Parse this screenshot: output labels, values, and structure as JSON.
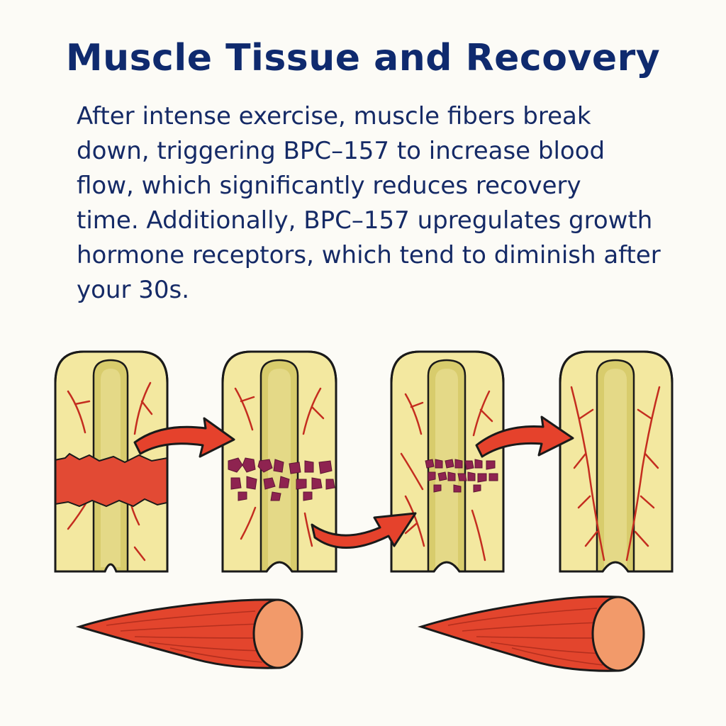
{
  "title": "Muscle Tissue and Recovery",
  "body_lines": [
    "After intense exercise, muscle fibers break",
    "down, triggering BPC–157 to increase blood",
    "flow, which significantly reduces recovery",
    "time. Additionally, BPC–157 upregulates growth",
    "hormone receptors, which tend to diminish after",
    "your 30s."
  ],
  "colors": {
    "title": "#0f2a6e",
    "text": "#152a66",
    "tissue": "#f3e8a0",
    "fiber": "#d8cc6c",
    "vessel": "#c42d1f",
    "damage": "#e24a34",
    "debris": "#8e2350",
    "arrow": "#e5422c",
    "muscle": "#e3452d",
    "muscle_end": "#f29a6a",
    "outline": "#1a1a1a"
  },
  "panels": [
    {
      "name": "tear-stage",
      "icon": "torn-muscle-fiber-icon"
    },
    {
      "name": "breakdown-stage",
      "icon": "fragmented-fiber-icon"
    },
    {
      "name": "repair-stage",
      "icon": "repairing-fiber-icon"
    },
    {
      "name": "recovered-stage",
      "icon": "healed-fiber-icon"
    }
  ],
  "arrows": [
    {
      "name": "arrow-1-to-2",
      "icon": "curved-arrow-icon"
    },
    {
      "name": "arrow-2-to-3",
      "icon": "curved-arrow-icon"
    },
    {
      "name": "arrow-3-to-4",
      "icon": "curved-arrow-icon"
    }
  ],
  "muscles": [
    {
      "name": "muscle-before",
      "icon": "muscle-bundle-icon"
    },
    {
      "name": "muscle-after",
      "icon": "muscle-bundle-icon"
    }
  ]
}
